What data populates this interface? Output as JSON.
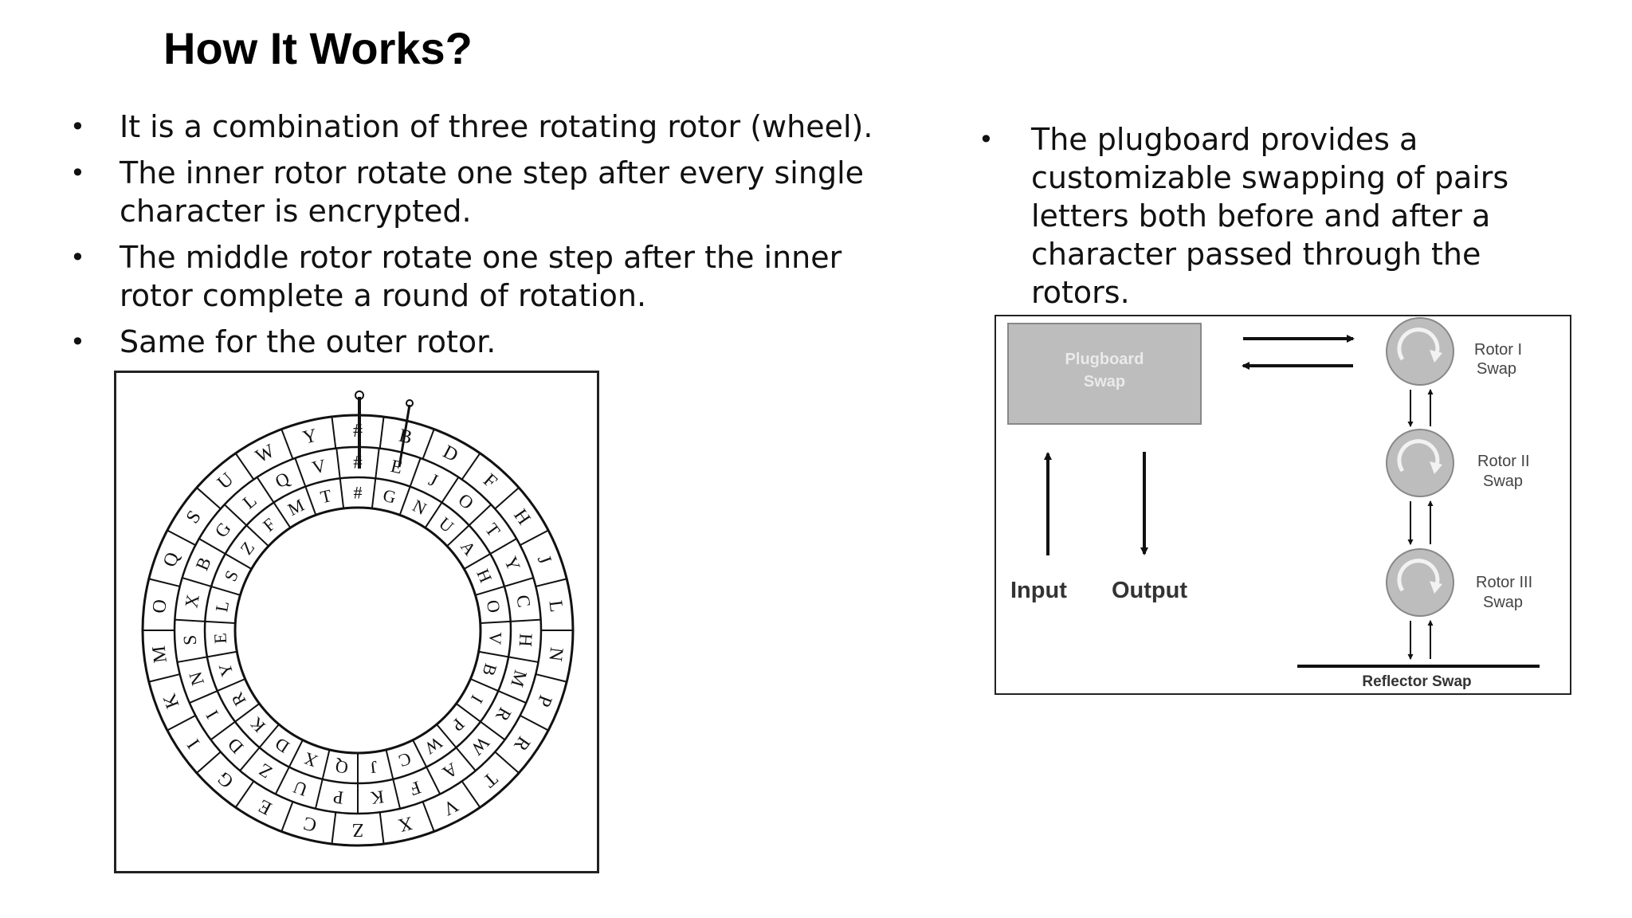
{
  "slide": {
    "title": "How It Works?",
    "left_bullets": [
      "It is a combination of three rotating rotor (wheel).",
      "The inner rotor rotate one step after every single character is encrypted.",
      "The middle rotor rotate one step after the inner rotor complete a round of rotation.",
      "Same for the outer rotor."
    ],
    "right_bullets": [
      "The plugboard provides a customizable swapping of pairs letters both before and after a character passed through the rotors."
    ]
  },
  "rotor_diagram": {
    "rings": [
      [
        "#",
        "B",
        "D",
        "F",
        "H",
        "J",
        "L",
        "N",
        "P",
        "R",
        "T",
        "V",
        "X",
        "Z",
        "C",
        "E",
        "G",
        "I",
        "K",
        "M",
        "O",
        "Q",
        "S",
        "U",
        "W",
        "Y"
      ],
      [
        "#",
        "E",
        "J",
        "O",
        "T",
        "Y",
        "C",
        "H",
        "M",
        "R",
        "W",
        "A",
        "F",
        "K",
        "P",
        "U",
        "Z",
        "D",
        "I",
        "N",
        "S",
        "X",
        "B",
        "G",
        "L",
        "Q",
        "V"
      ],
      [
        "#",
        "G",
        "N",
        "U",
        "A",
        "H",
        "O",
        "V",
        "B",
        "I",
        "P",
        "W",
        "C",
        "J",
        "Q",
        "X",
        "D",
        "K",
        "R",
        "Y",
        "E",
        "L",
        "S",
        "Z",
        "F",
        "M",
        "T"
      ]
    ]
  },
  "flow_diagram": {
    "plugboard_label_1": "Plugboard",
    "plugboard_label_2": "Swap",
    "input_label": "Input",
    "output_label": "Output",
    "rotor1_label_1": "Rotor I",
    "rotor1_label_2": "Swap",
    "rotor2_label_1": "Rotor II",
    "rotor2_label_2": "Swap",
    "rotor3_label_1": "Rotor III",
    "rotor3_label_2": "Swap",
    "reflector_label": "Reflector Swap"
  }
}
